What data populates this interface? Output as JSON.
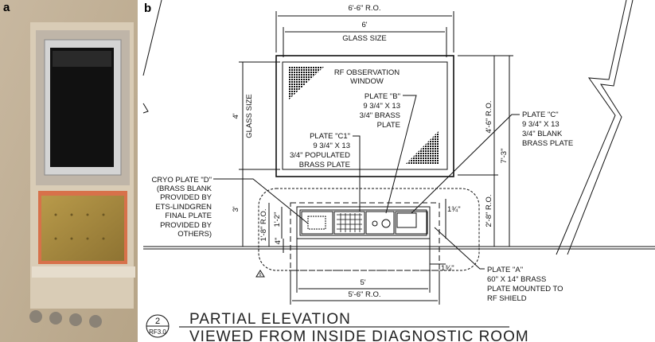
{
  "panel_labels": {
    "a": "a",
    "b": "b"
  },
  "dimensions": {
    "top_ro": "6'-6\" R.O.",
    "top_glass": "6'",
    "top_glass_label": "GLASS SIZE",
    "left_glass": "4'",
    "left_glass_label": "GLASS SIZE",
    "left_total": "3'",
    "right_window_ro": "4'-6\" R.O.",
    "right_lower_ro": "2'-8\" R.O.",
    "right_total": "7'-3\"",
    "panel_ro_height": "1'-8\" R.O.",
    "panel_height": "1'-2\"",
    "panel_offset": "4\"",
    "panel_margin_top": "1¾\"",
    "panel_margin_side": "1¾\"",
    "bottom_width": "5'",
    "bottom_ro": "5'-6\" R.O."
  },
  "window_label": [
    "RF OBSERVATION",
    "WINDOW"
  ],
  "plate_b": [
    "PLATE \"B\"",
    "9 3/4\" X 13",
    "3/4\" BRASS",
    "PLATE"
  ],
  "plate_c1": [
    "PLATE \"C1\"",
    "9 3/4\" X 13",
    "3/4\" POPULATED",
    "BRASS PLATE"
  ],
  "plate_c": [
    "PLATE \"C\"",
    "9 3/4\" X 13",
    "3/4\" BLANK",
    "BRASS PLATE"
  ],
  "plate_d": [
    "CRYO PLATE \"D\"",
    "(BRASS BLANK",
    "PROVIDED BY",
    "ETS-LINDGREN",
    "FINAL PLATE",
    "PROVIDED BY",
    "OTHERS)"
  ],
  "plate_a": [
    "PLATE \"A\"",
    "60\" X 14\" BRASS",
    "PLATE MOUNTED TO",
    "RF SHIELD"
  ],
  "revision_mark": "6",
  "title_block": {
    "detail_number": "2",
    "sheet": "RF3.0",
    "title": "PARTIAL ELEVATION",
    "subtitle": "VIEWED FROM INSIDE DIAGNOSTIC ROOM"
  }
}
